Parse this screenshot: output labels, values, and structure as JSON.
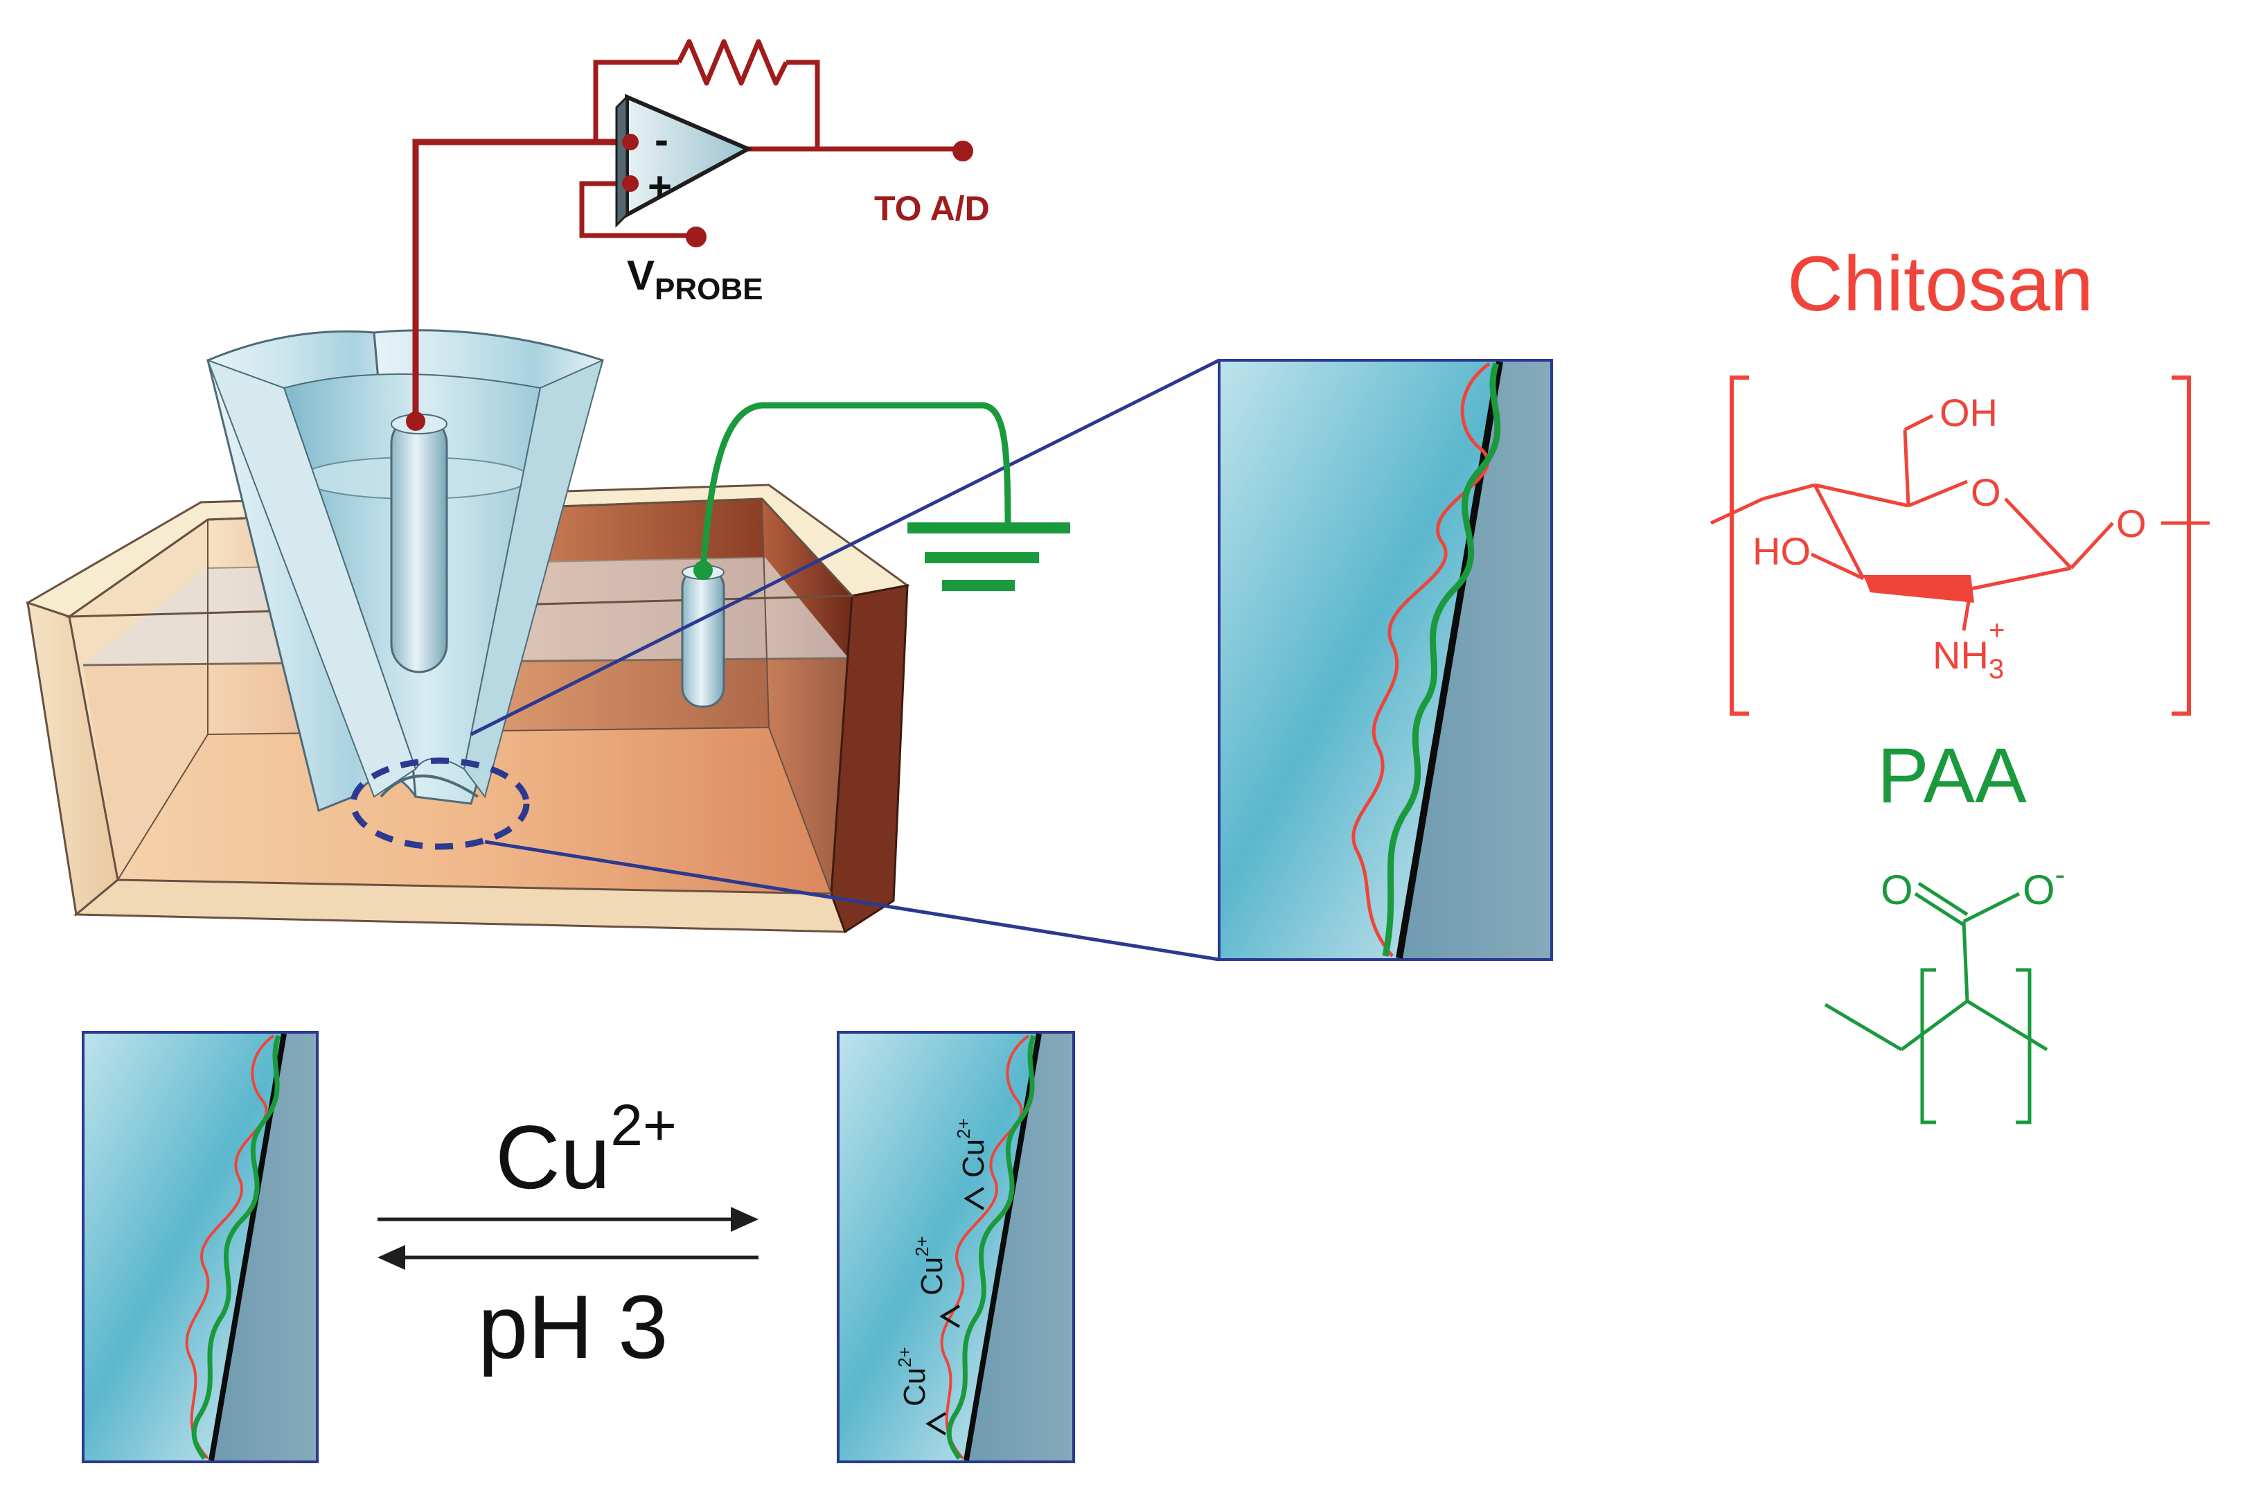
{
  "circuit": {
    "minus_sign": "-",
    "plus_sign": "+",
    "output_label": "TO A/D",
    "probe_label_main": "V",
    "probe_label_sub": "PROBE"
  },
  "structures": {
    "chitosan": {
      "name": "Chitosan",
      "oh_top": "OH",
      "ring_o": "O",
      "ho_left": "HO",
      "link_o": "O",
      "amine": "NH",
      "amine_sub": "3",
      "amine_sup": "+"
    },
    "paa": {
      "name": "PAA",
      "carbonyl_o": "O",
      "anion_o": "O",
      "charge": "-"
    }
  },
  "reaction": {
    "forward": "Cu",
    "forward_sup": "2+",
    "reverse": "pH 3",
    "bound_ion": "Cu",
    "bound_ion_sup": "2+"
  },
  "colors": {
    "circuit": "#a01c1c",
    "ground": "#1a9a3c",
    "chitosan": "#f0443a",
    "paa": "#1a9a3c",
    "zoom_line": "#2b3990",
    "glass": "#7ec4d8",
    "solution": "#e8a877"
  }
}
